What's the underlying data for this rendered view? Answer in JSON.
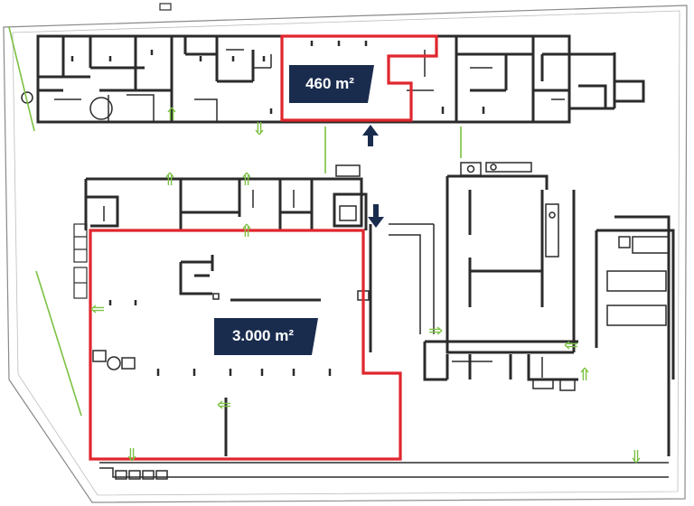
{
  "plan": {
    "areas": [
      {
        "id": "upper-unit",
        "label": "460 m²"
      },
      {
        "id": "lower-hall",
        "label": "3.000 m²"
      }
    ],
    "colors": {
      "wall": "#2b2b2b",
      "site_outline": "#8a8a8a",
      "highlight": "#e0262d",
      "label_bg": "#1a2c4e",
      "label_text": "#ffffff",
      "exit_arrows": "#7cc142",
      "entrance_arrows": "#1a2c4e"
    },
    "icons": [
      "exit-arrow-icon",
      "entrance-arrow-icon"
    ]
  }
}
